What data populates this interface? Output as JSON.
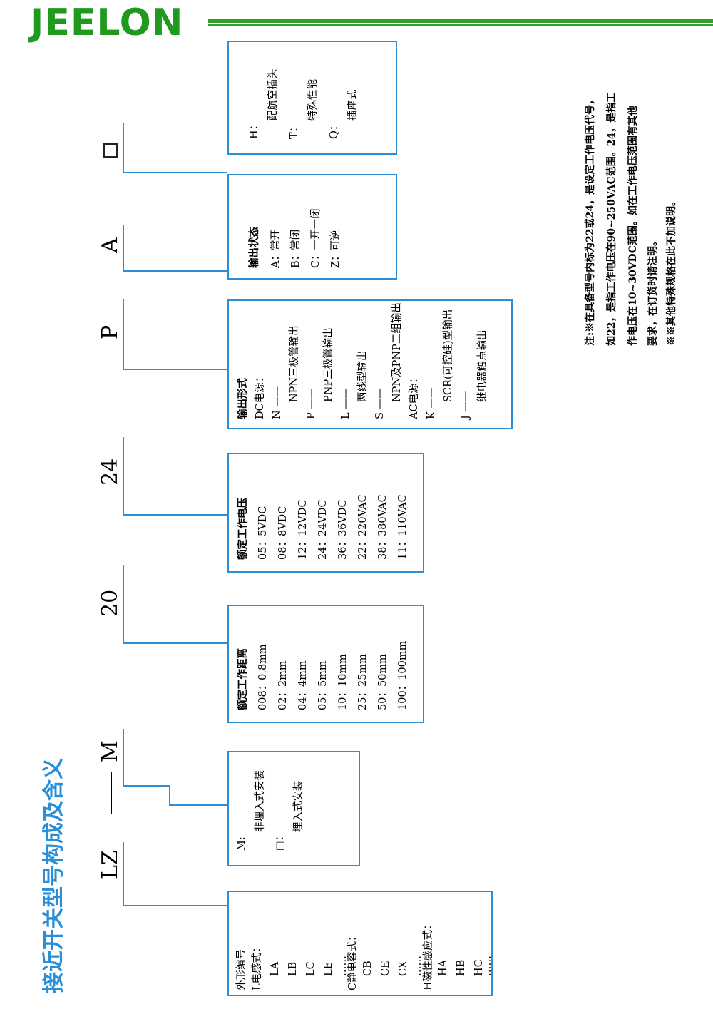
{
  "brand": {
    "logo": "JEELON"
  },
  "title": "接近开关型号构成及含义",
  "model_codes": {
    "c1": "LZ",
    "c2": "M",
    "c3": "20",
    "c4": "24",
    "c5": "P",
    "c6": "A"
  },
  "boxes": {
    "shape": [
      "外形编号",
      "L电感式：",
      "LA",
      "LB",
      "LC",
      "LE",
      "……",
      "C静电容式：",
      "CB",
      "CE",
      "CX",
      "……",
      "H磁性感应式：",
      "HA",
      "HB",
      "HC",
      "……"
    ],
    "install": [
      "M:",
      "非埋入式安装",
      "□：",
      "埋入式安装"
    ],
    "distance": [
      "额定工作距离",
      "008：0.8mm",
      "02：2mm",
      "04：4mm",
      "05：5mm",
      "10：10mm",
      "25：25mm",
      "50：50mm",
      "100：100mm"
    ],
    "voltage": [
      "额定工作电压",
      "05：5VDC",
      "08：8VDC",
      "12：12VDC",
      "24：24VDC",
      "36：36VDC",
      "22：220VAC",
      "38：380VAC",
      "11：110VAC"
    ],
    "output": [
      "输出形式",
      "DC电源：",
      "N ——",
      "NPN三极管输出",
      "P ——",
      "PNP三极管输出",
      "L ——",
      "两线型输出",
      "S ——",
      "NPN及PNP二组输出",
      "AC电源：",
      "K ——",
      "SCR(可控硅)型输出",
      "J ——",
      "继电器触点输出"
    ],
    "state": [
      "输出状态",
      "A：常开",
      "B：常闭",
      "C：一开一闭",
      "Z：可逆"
    ],
    "special": [
      "H：",
      "配航空插头",
      "T：",
      "特殊性能",
      "Q：",
      "插座式"
    ]
  },
  "notes": [
    "注:※在具备型号内标为22或24，是设定工作电压代号，",
    "如22，是指工作电压在90~250VAC范围。24，是指工",
    "作电压在10~30VDC范围。如在工作电压范围有其他",
    "要求，在订货时请注明。",
    "※※其他特殊规格在此不加说明。"
  ],
  "colors": {
    "accent_blue": "#2a8fd6",
    "logo_green": "#1f9a1f"
  }
}
